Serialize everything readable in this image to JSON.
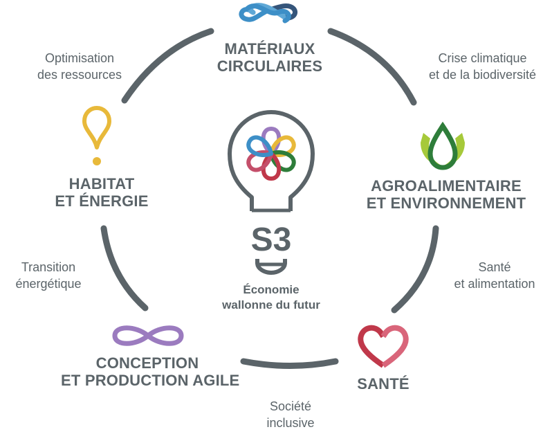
{
  "domains": [
    {
      "id": "materiaux",
      "line1": "MATÉRIAUX",
      "line2": "CIRCULAIRES",
      "icon": "infinity-knot-icon",
      "color": "#3d8fc7"
    },
    {
      "id": "agro",
      "line1": "AGROALIMENTAIRE",
      "line2": "ET ENVIRONNEMENT",
      "icon": "leaf-drop-icon",
      "color": "#2e7d3a"
    },
    {
      "id": "sante",
      "line1": "SANTÉ",
      "line2": "",
      "icon": "heart-icon",
      "color": "#c0384a"
    },
    {
      "id": "conception",
      "line1": "CONCEPTION",
      "line2": "ET PRODUCTION AGILE",
      "icon": "infinity-loop-icon",
      "color": "#9b7bbf"
    },
    {
      "id": "habitat",
      "line1": "HABITAT",
      "line2": "ET ÉNERGIE",
      "icon": "map-pin-icon",
      "color": "#e8b93a"
    }
  ],
  "links": [
    {
      "id": "crise",
      "line1": "Crise climatique",
      "line2": "et de la biodiversité"
    },
    {
      "id": "sante-alim",
      "line1": "Santé",
      "line2": "et alimentation"
    },
    {
      "id": "societe",
      "line1": "Société",
      "line2": "inclusive"
    },
    {
      "id": "transition",
      "line1": "Transition",
      "line2": "énergétique"
    },
    {
      "id": "optimisation",
      "line1": "Optimisation",
      "line2": "des ressources"
    }
  ],
  "center": {
    "badge": "S3",
    "line1": "Économie",
    "line2": "wallonne du futur",
    "icon": "lightbulb-icon",
    "petal_colors": [
      "#9b7bbf",
      "#e8b93a",
      "#2e7d3a",
      "#c0384a",
      "#c44f6a",
      "#3d8fc7"
    ]
  },
  "colors": {
    "ring": "#5b6469",
    "text": "#5b6469"
  }
}
